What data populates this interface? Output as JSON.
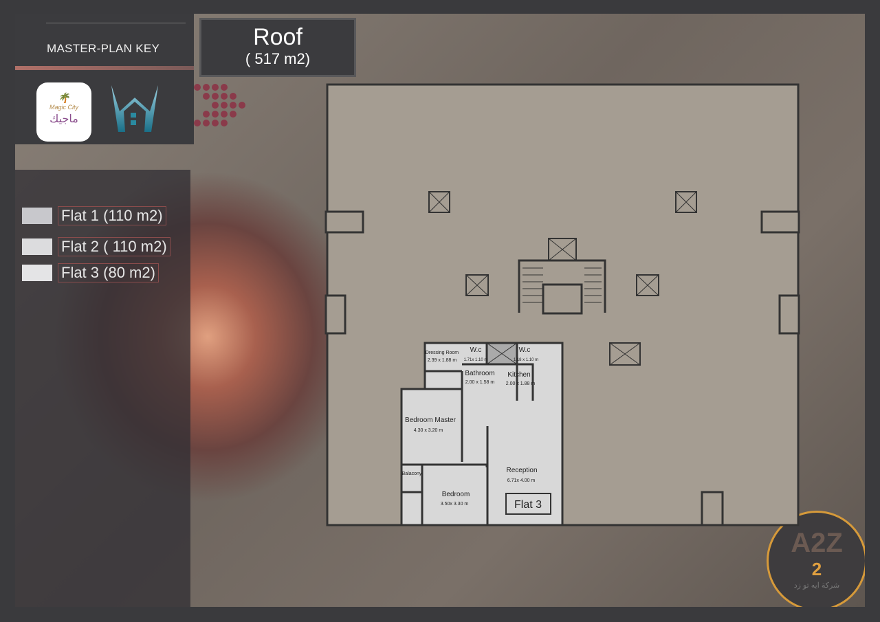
{
  "header": {
    "key_title": "MASTER-PLAN KEY",
    "floor_name": "Roof",
    "floor_area": "( 517 m2)"
  },
  "logos": {
    "magic_city": "Magic City",
    "magic_city_ar": "ماجيك",
    "a2z": "A2Z",
    "a2z_number": "2",
    "a2z_ar": "شركة ايه تو زد"
  },
  "legend": [
    {
      "label": "Flat 1 (110 m2)",
      "color": "#c8c8cc"
    },
    {
      "label": "Flat 2 ( 110 m2)",
      "color": "#dcdcde"
    },
    {
      "label": "Flat 3 (80 m2)",
      "color": "#e4e4e6"
    }
  ],
  "plan": {
    "flat_label": "Flat 3",
    "rooms": [
      {
        "name": "Dressing Room",
        "size": "2.39 x 1.88 m"
      },
      {
        "name": "W.c",
        "size": "1.71x 1.10 m"
      },
      {
        "name": "W.c",
        "size": "1.18 x 1.10 m"
      },
      {
        "name": "Bathroom",
        "size": "2.00 x 1.58 m"
      },
      {
        "name": "Kitchen",
        "size": "2.00 x 1.88 m"
      },
      {
        "name": "Bedroom Master",
        "size": "4.30 x 3.20 m"
      },
      {
        "name": "Balacony",
        "size": ""
      },
      {
        "name": "Bedroom",
        "size": "3.50x 3.30 m"
      },
      {
        "name": "Reception",
        "size": "6.71x 4.00 m"
      }
    ]
  }
}
